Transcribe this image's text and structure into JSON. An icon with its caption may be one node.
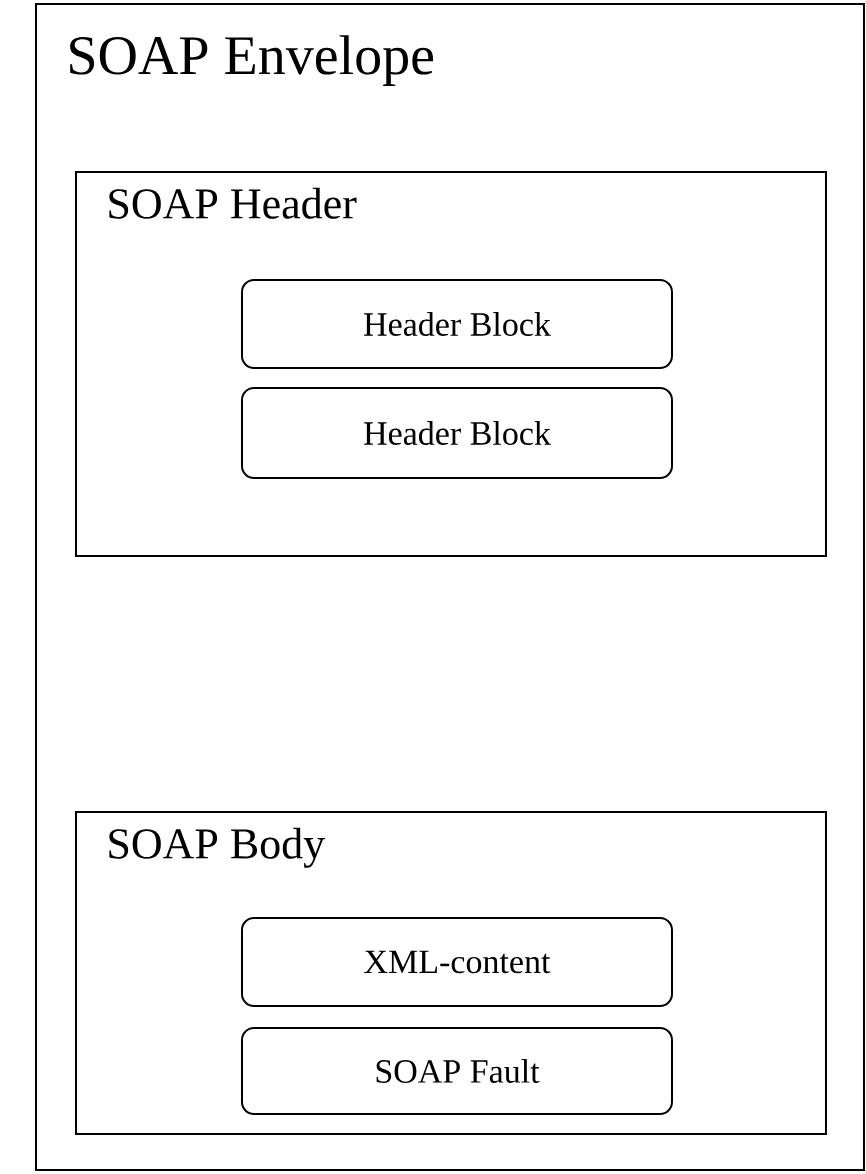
{
  "diagram": {
    "nodes": [
      {
        "text": [
          "SOAP Envelope"
        ]
      },
      {
        "text": [
          "SOAP Header"
        ],
        "in": 0
      },
      {
        "text": [
          "Header Block"
        ],
        "in": 1
      },
      {
        "text": [
          "Header Block"
        ],
        "in": 1
      },
      {
        "text": [
          "SOAP Body"
        ],
        "in": 0
      },
      {
        "text": [
          "XML-content"
        ],
        "in": 4
      },
      {
        "text": [
          "SOAP Fault"
        ],
        "in": 4
      }
    ]
  }
}
